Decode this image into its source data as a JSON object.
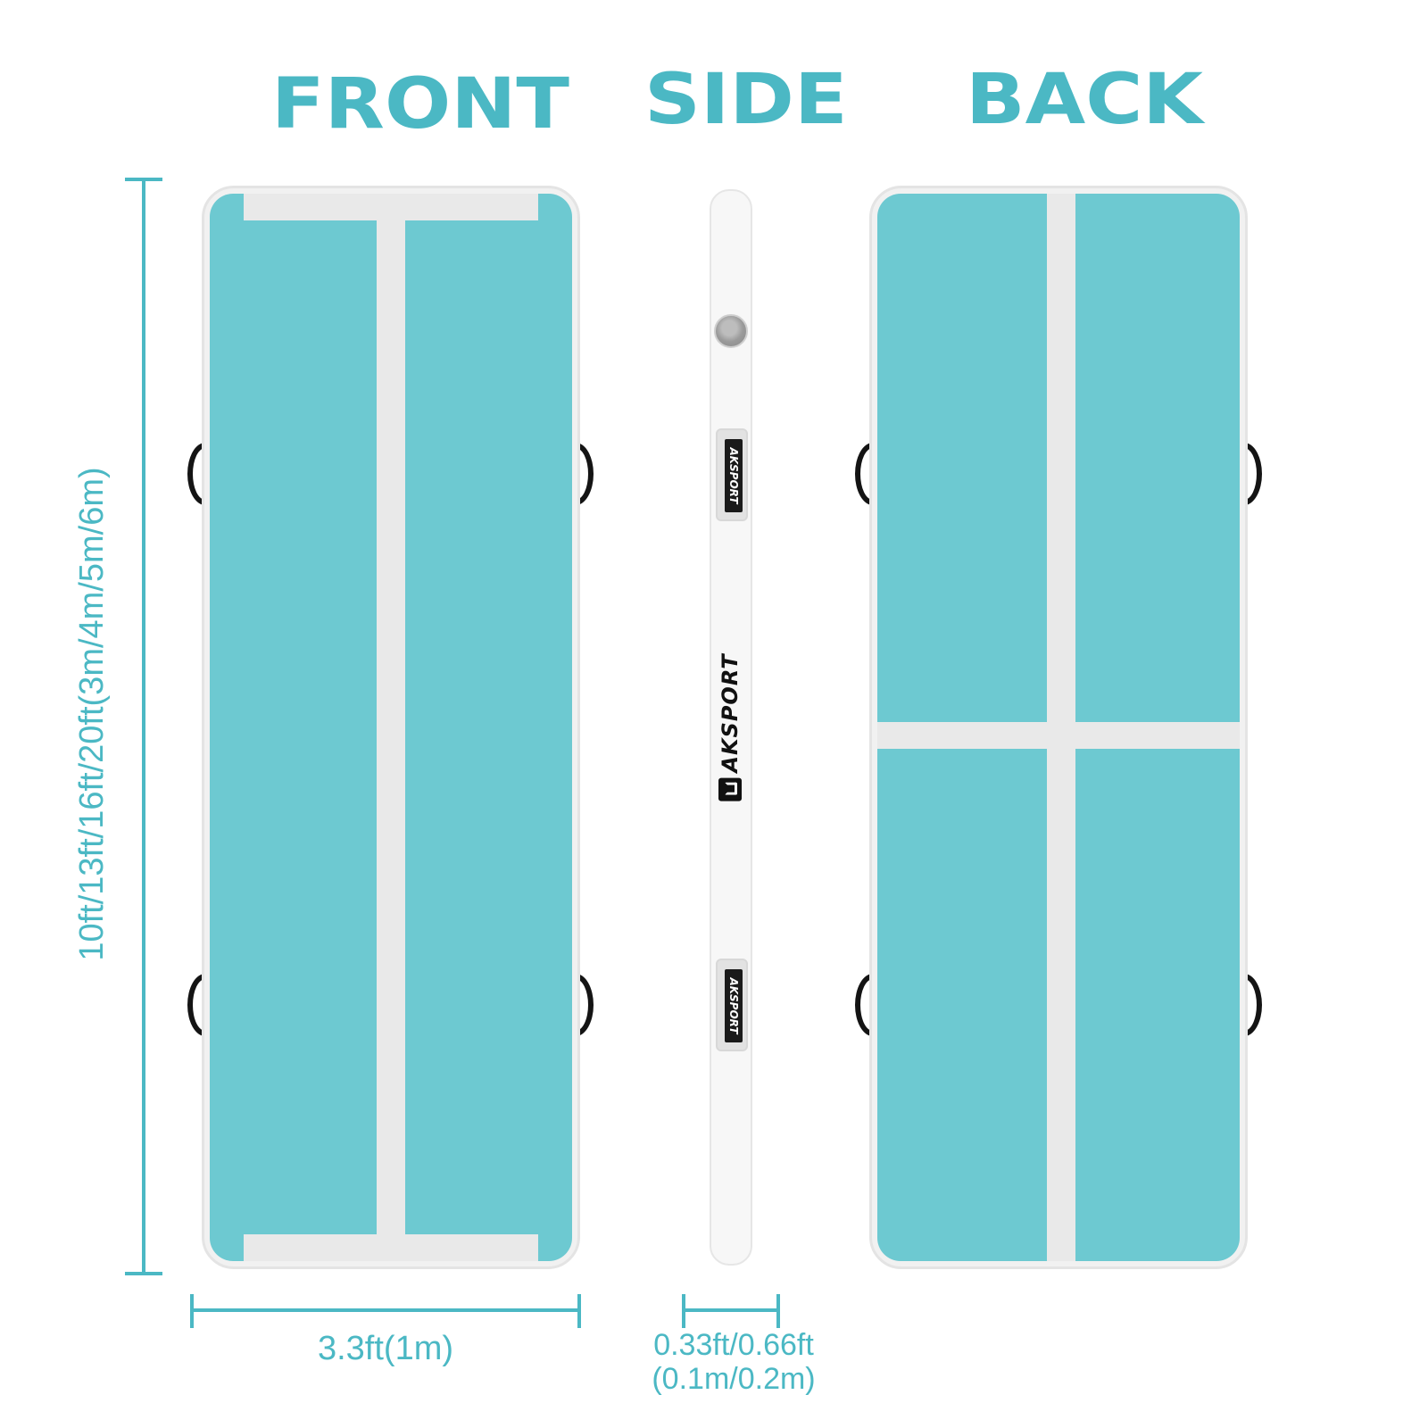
{
  "headings": {
    "front": "FRONT",
    "side": "SIDE",
    "back": "BACK"
  },
  "dimensions": {
    "length": "10ft/13ft/16ft/20ft(3m/4m/5m/6m)",
    "width": "3.3ft(1m)",
    "thickness_line1": "0.33ft/0.66ft",
    "thickness_line2": "(0.1m/0.2m)"
  },
  "brand": {
    "name": "AKSPORT"
  },
  "colors": {
    "accent": "#4bb8c4",
    "mat_surface": "#6dc9d1",
    "strip": "#e9e9e9",
    "handle": "#141414"
  }
}
